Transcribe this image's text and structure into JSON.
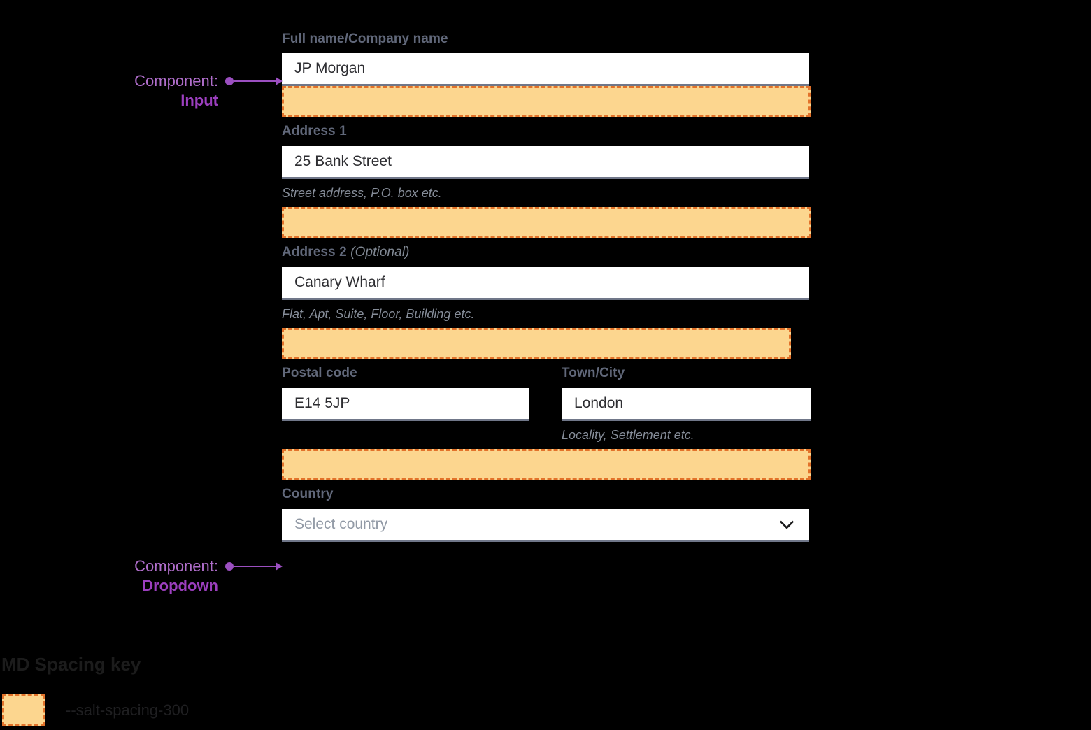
{
  "page": {
    "background": "#000000",
    "accent_purple": "#9C3FBF",
    "spacing_fill": "#FCD68F",
    "spacing_border": "#E2722A",
    "label_color": "#61687A",
    "input_underline": "#707789"
  },
  "form": {
    "fields": [
      {
        "id": "full-name",
        "label": "Full name/Company name",
        "optional_suffix": "",
        "value": "JP Morgan",
        "placeholder": "",
        "helper": "",
        "type": "input"
      },
      {
        "id": "address-1",
        "label": "Address 1",
        "optional_suffix": "",
        "value": "25 Bank Street",
        "placeholder": "",
        "helper": "Street address, P.O. box etc.",
        "type": "input"
      },
      {
        "id": "address-2",
        "label": "Address 2",
        "optional_suffix": "(Optional)",
        "value": "Canary Wharf",
        "placeholder": "",
        "helper": "Flat, Apt, Suite, Floor, Building etc.",
        "type": "input"
      },
      {
        "id": "postal-code",
        "label": "Postal code",
        "optional_suffix": "",
        "value": "E14 5JP",
        "placeholder": "",
        "helper": "",
        "type": "input"
      },
      {
        "id": "town-city",
        "label": "Town/City",
        "optional_suffix": "",
        "value": "London",
        "placeholder": "",
        "helper": "Locality, Settlement etc.",
        "type": "input"
      },
      {
        "id": "country",
        "label": "Country",
        "optional_suffix": "",
        "value": "",
        "placeholder": "Select country",
        "helper": "",
        "type": "dropdown",
        "icon": "chevron-down-icon"
      }
    ]
  },
  "annotations": [
    {
      "id": "input-annotation",
      "line1": "Component:",
      "line2": "Input",
      "target": "full-name"
    },
    {
      "id": "dropdown-annotation",
      "line1": "Component:",
      "line2": "Dropdown",
      "target": "country"
    }
  ],
  "legend": {
    "title": "MD Spacing key",
    "items": [
      {
        "token": "--salt-spacing-300",
        "fill": "#FCD68F",
        "border": "#E2722A"
      }
    ]
  }
}
